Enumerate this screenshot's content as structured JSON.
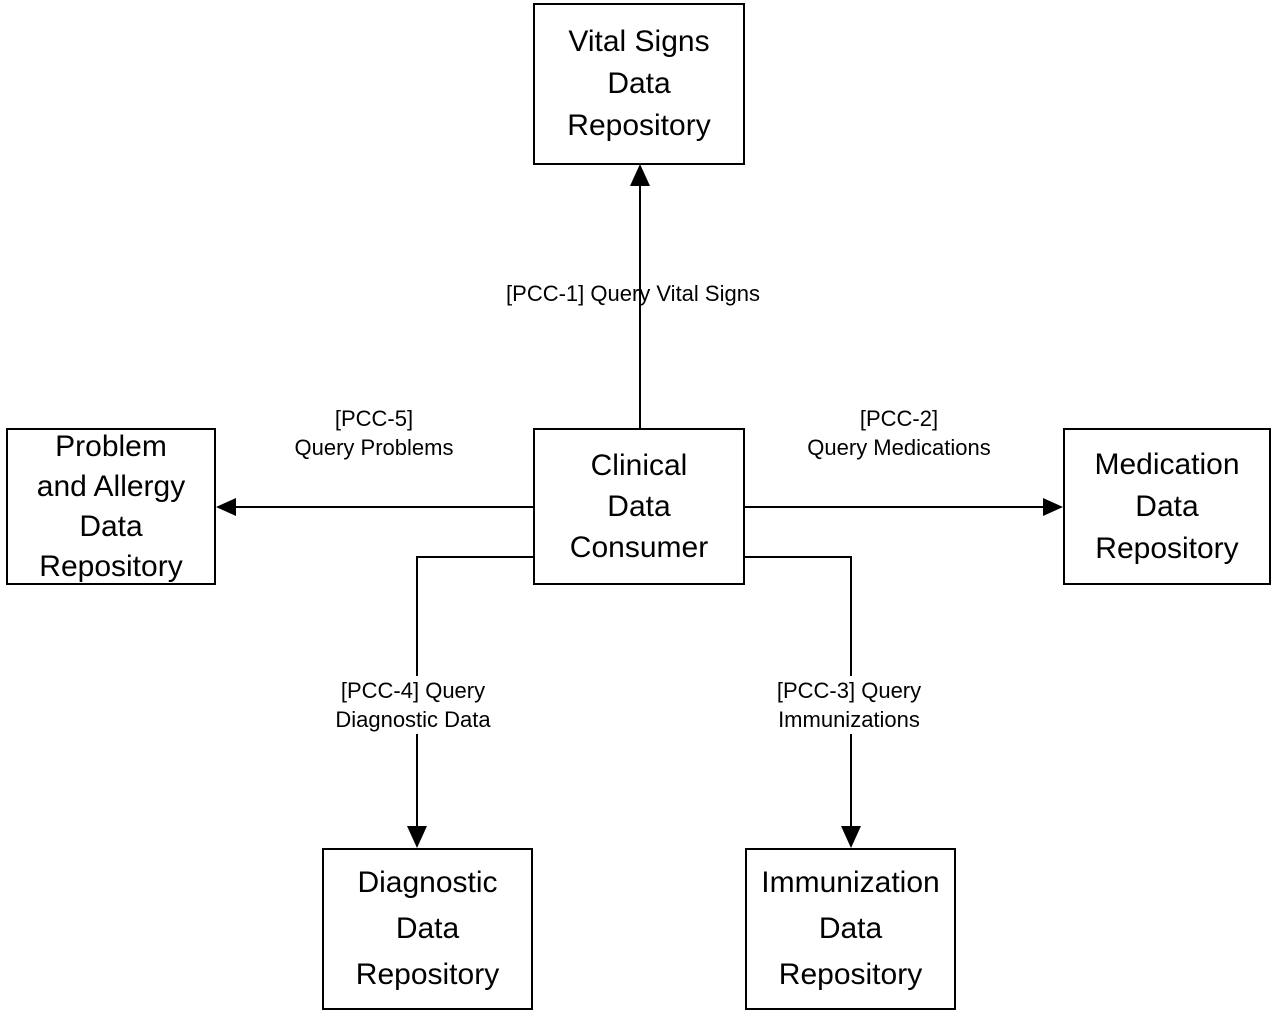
{
  "diagram": {
    "title": "Clinical Data Consumer query transactions diagram",
    "colors": {
      "background": "#ffffff",
      "line": "#000000",
      "text": "#000000",
      "node_fill": "#ffffff",
      "node_border": "#000000"
    },
    "nodes": {
      "vital_signs": {
        "label": "Vital Signs\nData\nRepository"
      },
      "problem_allergy": {
        "label": "Problem\nand Allergy\nData\nRepository"
      },
      "clinical_consumer": {
        "label": "Clinical\nData\nConsumer"
      },
      "medication": {
        "label": "Medication\nData\nRepository"
      },
      "diagnostic": {
        "label": "Diagnostic\nData\nRepository"
      },
      "immunization": {
        "label": "Immunization\nData\nRepository"
      }
    },
    "edges": {
      "pcc1": {
        "label": "[PCC-1] Query Vital Signs",
        "from": "clinical_consumer",
        "to": "vital_signs"
      },
      "pcc2": {
        "label": "[PCC-2]\nQuery Medications",
        "from": "clinical_consumer",
        "to": "medication"
      },
      "pcc3": {
        "label": "[PCC-3] Query\nImmunizations",
        "from": "clinical_consumer",
        "to": "immunization"
      },
      "pcc4": {
        "label": "[PCC-4] Query\nDiagnostic Data",
        "from": "clinical_consumer",
        "to": "diagnostic"
      },
      "pcc5": {
        "label": "[PCC-5]\nQuery Problems",
        "from": "clinical_consumer",
        "to": "problem_allergy"
      }
    }
  }
}
